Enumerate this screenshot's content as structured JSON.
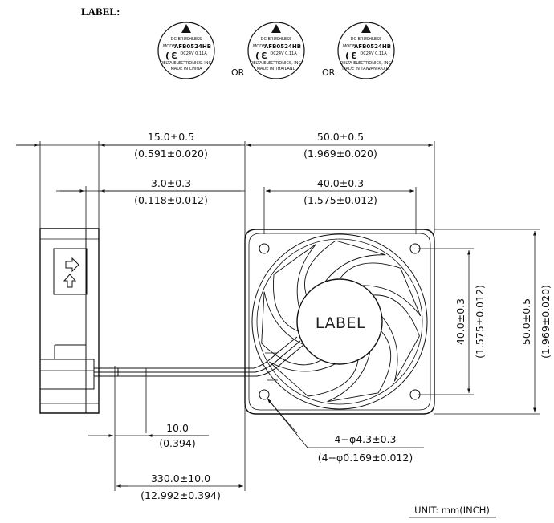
{
  "label_heading": "LABEL:",
  "label_variants": [
    {
      "line1": "DC BRUSHLESS",
      "model_prefix": "MODEL",
      "model": "AFB0524HB",
      "rating": "DC24V 0.11A",
      "maker": "DELTA ELECTRONICS, INC.",
      "origin": "MADE IN CHINA"
    },
    {
      "line1": "DC BRUSHLESS",
      "model_prefix": "MODEL",
      "model": "AFB0524HB",
      "rating": "DC24V 0.11A",
      "maker": "DELTA ELECTRONICS, INC.",
      "origin": "MADE IN THAILAND"
    },
    {
      "line1": "DC BRUSHLESS",
      "model_prefix": "MODEL",
      "model": "AFB0524HB",
      "rating": "DC24V 0.11A",
      "maker": "DELTA ELECTRONICS, INC.",
      "origin": "MADE IN TAIWAN R.O.C."
    }
  ],
  "or_text": "OR",
  "center_label": "LABEL",
  "dims": {
    "depth_mm": "15.0±0.5",
    "depth_in": "(0.591±0.020)",
    "flange_mm": "3.0±0.3",
    "flange_in": "(0.118±0.012)",
    "width_mm": "50.0±0.5",
    "width_in": "(1.969±0.020)",
    "hole_span_mm": "40.0±0.3",
    "hole_span_in": "(1.575±0.012)",
    "v_hole_span_mm": "40.0±0.3",
    "v_hole_span_in": "(1.575±0.012)",
    "height_mm": "50.0±0.5",
    "height_in": "(1.969±0.020)",
    "strip_mm": "10.0",
    "strip_in": "(0.394)",
    "lead_mm": "330.0±10.0",
    "lead_in": "(12.992±0.394)",
    "holes_mm": "4−φ4.3±0.3",
    "holes_in": "(4−φ0.169±0.012)"
  },
  "unit_text": "UNIT:  mm(INCH)"
}
